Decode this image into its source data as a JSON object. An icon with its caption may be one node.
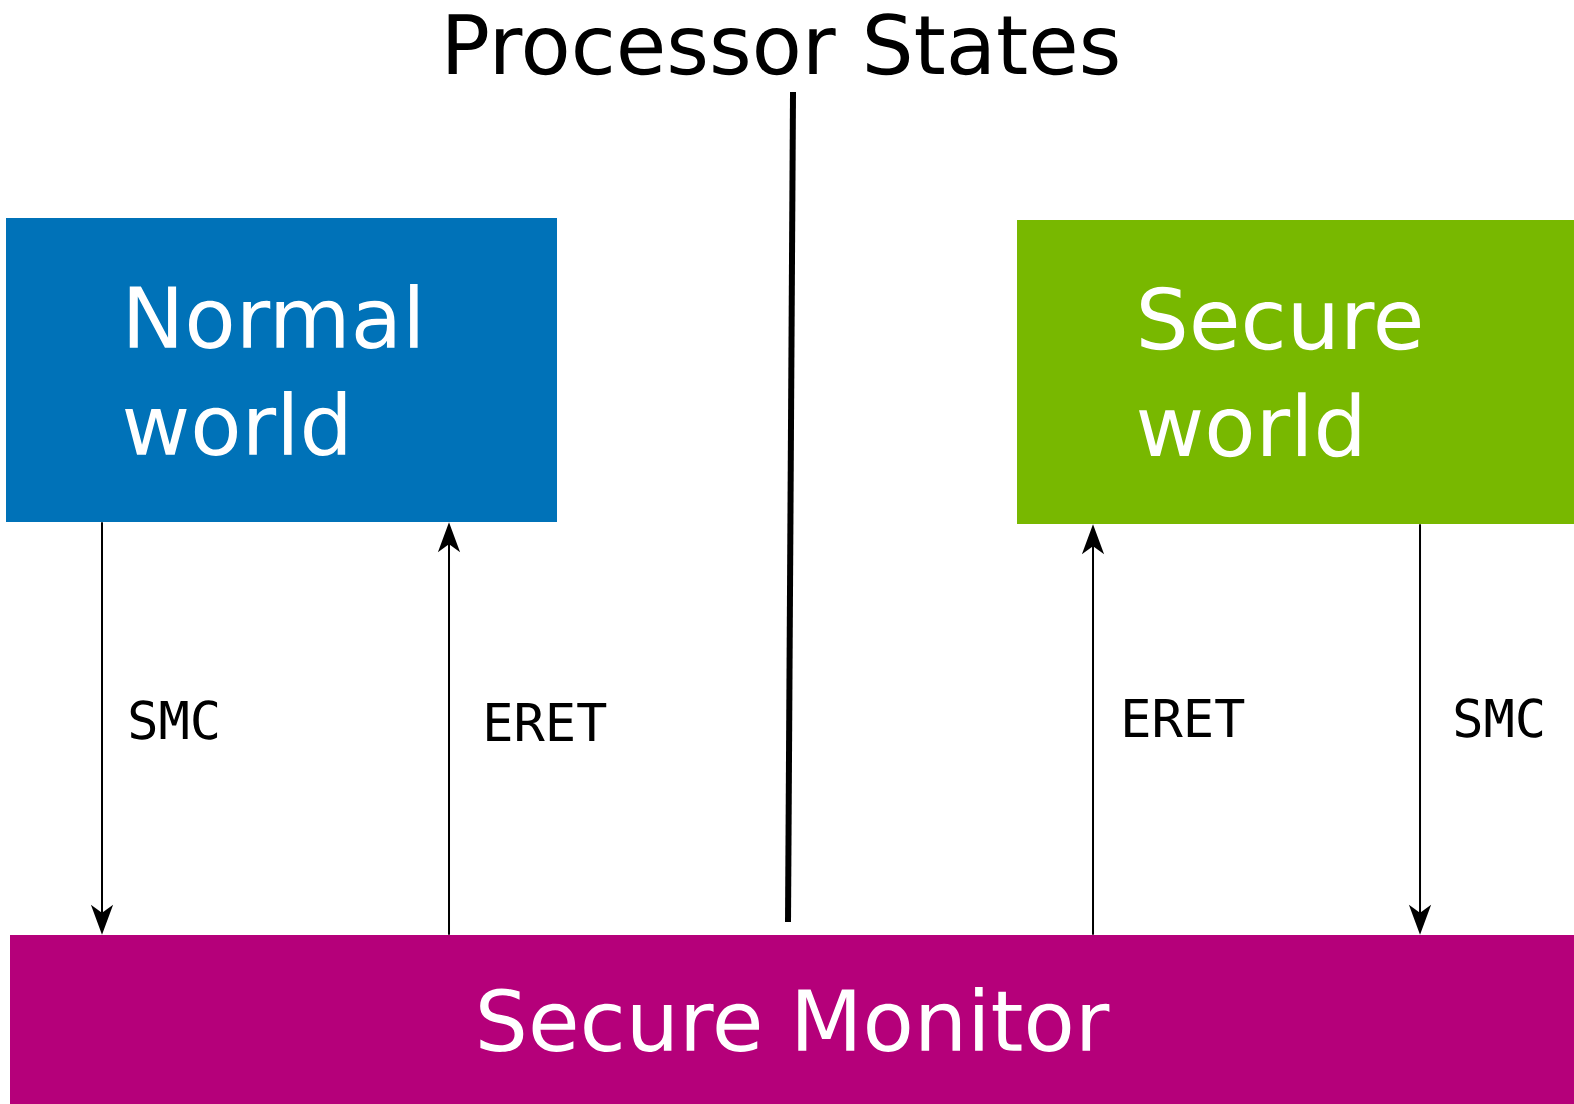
{
  "diagram": {
    "title": "Processor States",
    "nodes": [
      {
        "text": [
          "Normal world"
        ]
      },
      {
        "text": [
          "Secure world"
        ]
      },
      {
        "text": [
          "Secure Monitor"
        ]
      }
    ],
    "edges": [
      {
        "from": 0,
        "to": 2,
        "arrow": "to",
        "label": "SMC"
      },
      {
        "from": 2,
        "to": 0,
        "arrow": "to",
        "label": "ERET"
      },
      {
        "from": 2,
        "to": 1,
        "arrow": "to",
        "label": "ERET"
      },
      {
        "from": 1,
        "to": 2,
        "arrow": "to",
        "label": "SMC"
      }
    ]
  }
}
